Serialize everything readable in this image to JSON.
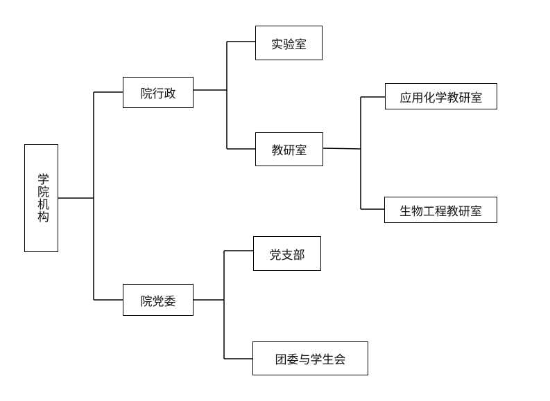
{
  "diagram": {
    "root": "学院机构",
    "admin": "院行政",
    "party": "院党委",
    "lab": "实验室",
    "research": "教研室",
    "applied_chem": "应用化学教研室",
    "bio_eng": "生物工程教研室",
    "party_branch": "党支部",
    "youth_union": "团委与学生会"
  }
}
